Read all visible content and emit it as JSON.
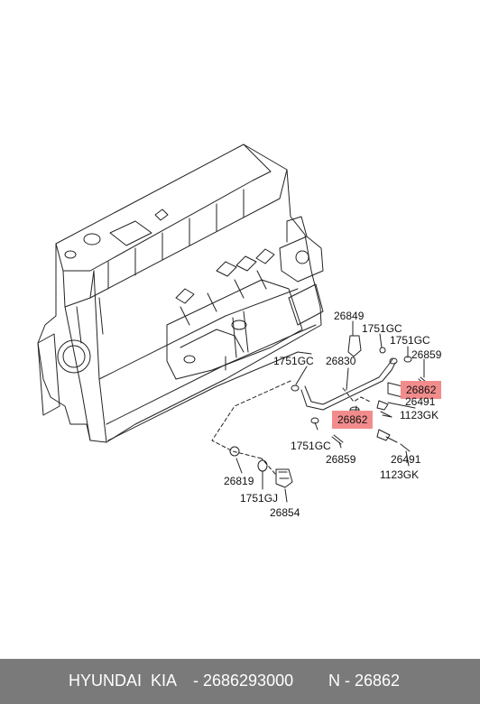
{
  "colors": {
    "highlight": "#f28c8c",
    "footer_bg": "#7a7a7a",
    "line": "#222222"
  },
  "labels": {
    "l26849": "26849",
    "l1751gc_a": "1751GC",
    "l1751gc_b": "1751GC",
    "l26859_a": "26859",
    "l1751gc_c": "1751GC",
    "l26830": "26830",
    "l26862_a": "26862",
    "l26491_a": "26491",
    "l26862_b": "26862",
    "l1123gk_a": "1123GK",
    "l1751gc_d": "1751GC",
    "l26859_b": "26859",
    "l26491_b": "26491",
    "l1123gk_b": "1123GK",
    "l26819": "26819",
    "l1751gj": "1751GJ",
    "l26854": "26854"
  },
  "footer": {
    "brand": "HYUNDAI  KIA",
    "part_number": "- 2686293000",
    "ref": "N - 26862"
  }
}
